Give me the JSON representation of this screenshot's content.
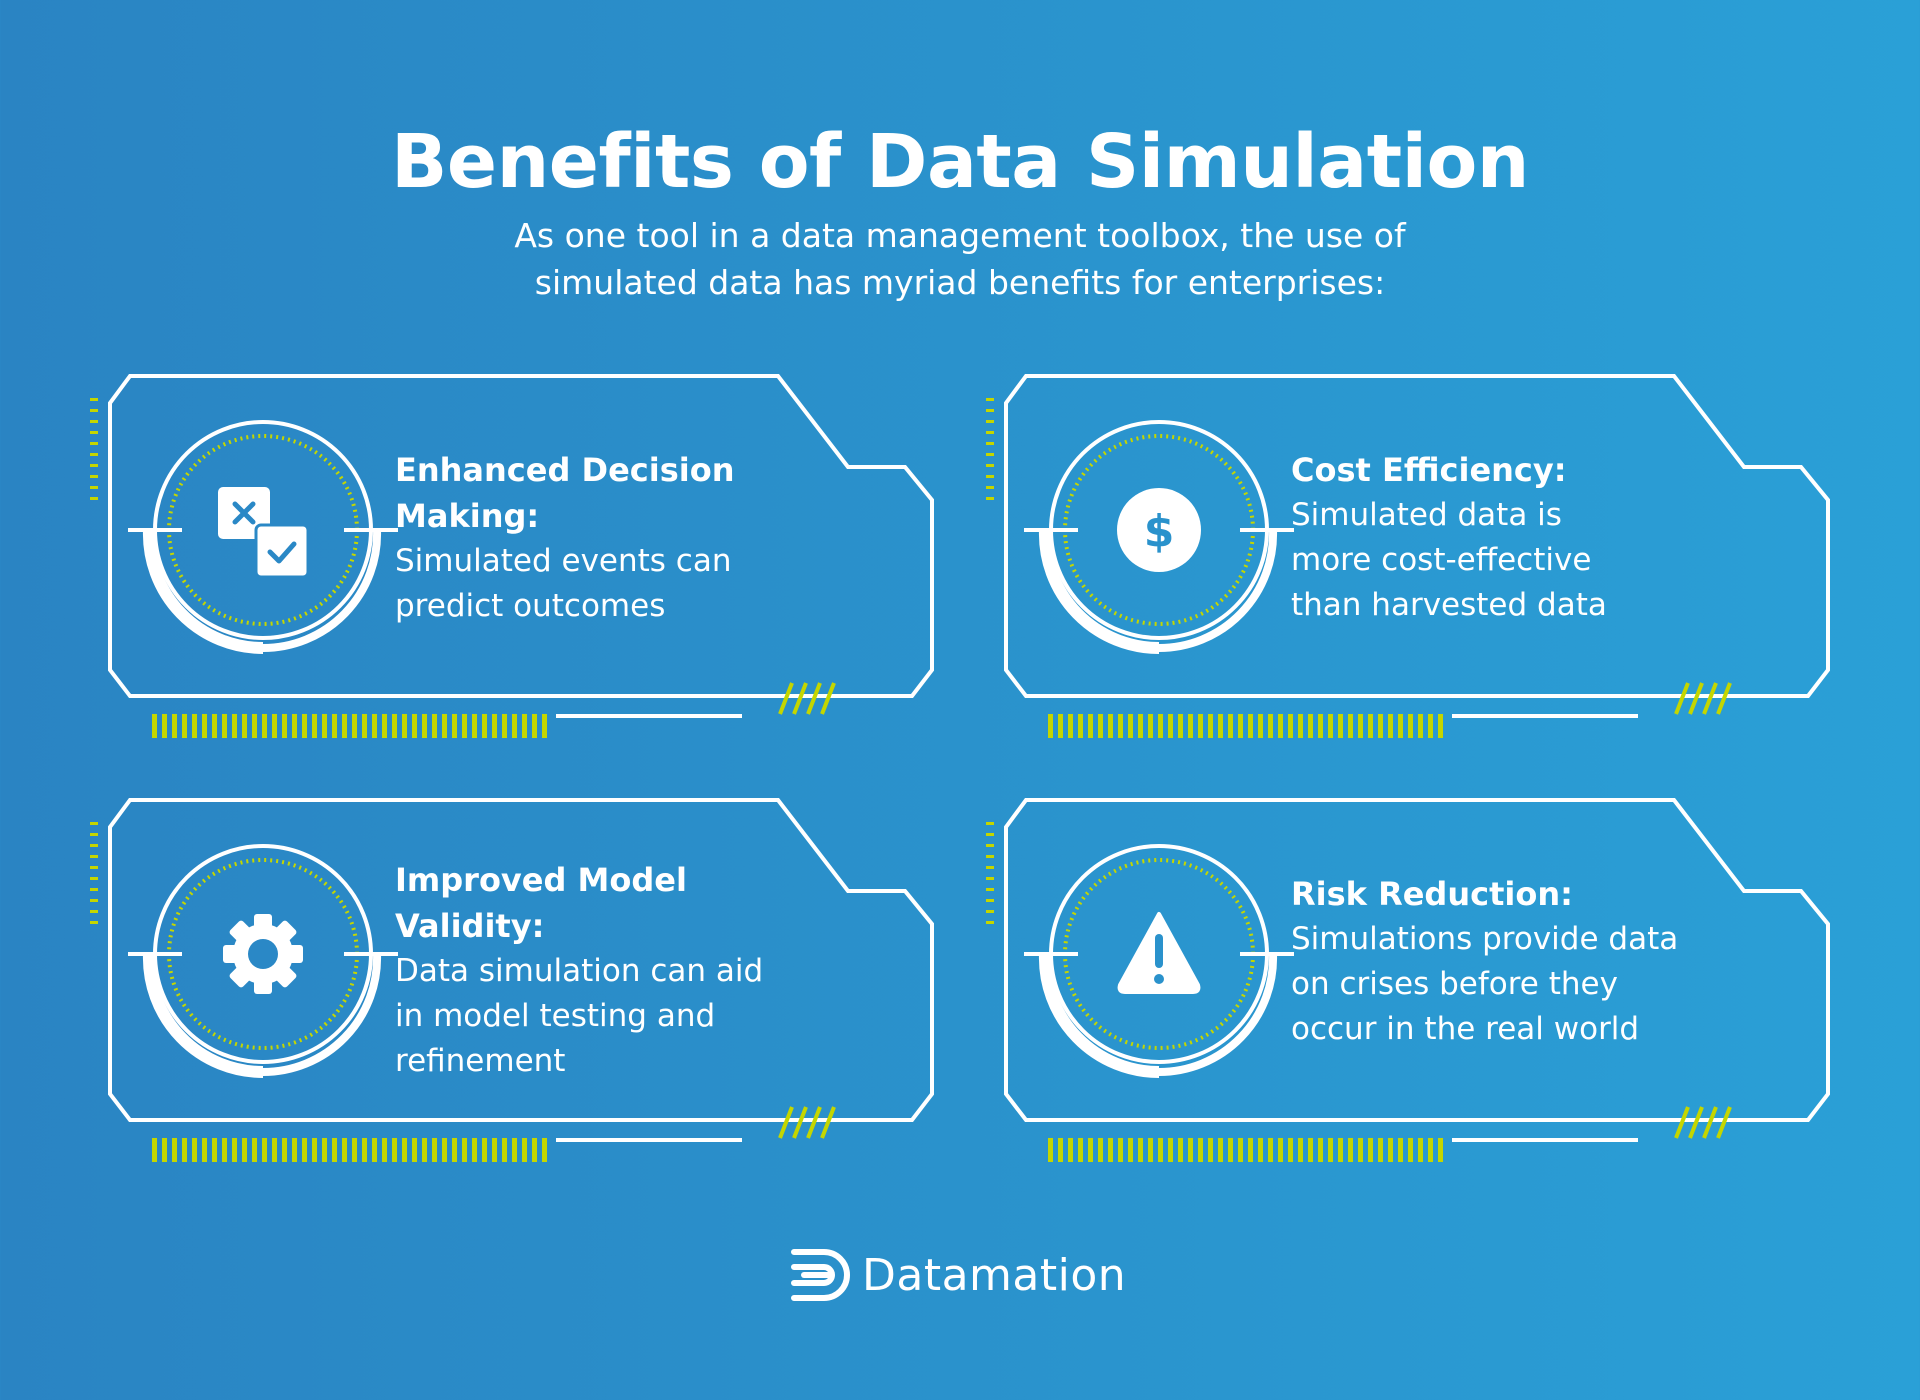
{
  "header": {
    "title": "Benefits of Data Simulation",
    "subtitle_lines": [
      "As one tool in a data management toolbox, the use of",
      "simulated data has myriad benefits for enterprises:"
    ]
  },
  "colors": {
    "background_left": "#2a84c3",
    "background_right": "#2aa0d7",
    "accent": "#c4d600",
    "foreground": "#ffffff"
  },
  "cards": [
    {
      "icon": "decision-x-check-icon",
      "title_lines": [
        "Enhanced Decision",
        "Making:"
      ],
      "body_lines": [
        "Simulated events can",
        "predict outcomes"
      ]
    },
    {
      "icon": "dollar-icon",
      "title_lines": [
        "Cost Efficiency:"
      ],
      "body_lines": [
        "Simulated data is",
        "more cost-effective",
        "than harvested data"
      ]
    },
    {
      "icon": "gear-icon",
      "title_lines": [
        "Improved Model",
        "Validity:"
      ],
      "body_lines": [
        "Data simulation can aid",
        "in model testing and",
        "refinement"
      ]
    },
    {
      "icon": "warning-icon",
      "title_lines": [
        "Risk Reduction:"
      ],
      "body_lines": [
        "Simulations provide data",
        "on crises before they",
        "occur in the real world"
      ]
    }
  ],
  "footer": {
    "brand": "Datamation"
  }
}
